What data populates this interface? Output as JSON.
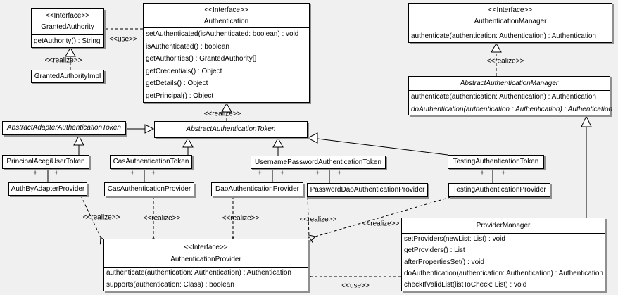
{
  "diagram": {
    "background": "#f0f0f0",
    "box_fill": "#ffffff",
    "border_color": "#000000",
    "shadow_color": "#8f8f8f"
  },
  "labels": {
    "use": "<<use>>",
    "realize": "<<realize>>",
    "plus": "+"
  },
  "classes": {
    "granted_authority": {
      "stereotype": "<<Interface>>",
      "name": "GrantedAuthority",
      "methods": [
        "getAuthority() : String"
      ]
    },
    "granted_authority_impl": {
      "name": "GrantedAuthorityImpl"
    },
    "authentication": {
      "stereotype": "<<Interface>>",
      "name": "Authentication",
      "methods": [
        "setAuthenticated(isAuthenticated: boolean) : void",
        "isAuthenticated() : boolean",
        "getAuthorities() : GrantedAuthority[]",
        "getCredentials() : Object",
        "getDetails() : Object",
        "getPrincipal() : Object"
      ]
    },
    "authentication_manager": {
      "stereotype": "<<Interface>>",
      "name": "AuthenticationManager",
      "methods": [
        "authenticate(authentication: Authentication) : Authentication"
      ]
    },
    "abstract_authentication_manager": {
      "name": "AbstractAuthenticationManager",
      "methods": [
        "authenticate(authentication: Authentication) : Authentication",
        "doAuthentication(authentication : Authentication) : Authentication"
      ]
    },
    "abstract_adapter_authentication_token": {
      "name": "AbstractAdapterAuthenticationToken"
    },
    "abstract_authentication_token": {
      "name": "AbstractAuthenticationToken"
    },
    "principal_acegi_user_token": {
      "name": "PrincipalAcegiUserToken"
    },
    "cas_authentication_token": {
      "name": "CasAuthenticationToken"
    },
    "username_password_authentication_token": {
      "name": "UsernamePasswordAuthenticationToken"
    },
    "testing_authentication_token": {
      "name": "TestingAuthenticationToken"
    },
    "auth_by_adapter_provider": {
      "name": "AuthByAdapterProvider"
    },
    "cas_authentication_provider": {
      "name": "CasAuthenticationProvider"
    },
    "dao_authentication_provider": {
      "name": "DaoAuthenticationProvider"
    },
    "password_dao_authentication_provider": {
      "name": "PasswordDaoAuthenticationProvider"
    },
    "testing_authentication_provider": {
      "name": "TestingAuthenticationProvider"
    },
    "authentication_provider": {
      "stereotype": "<<Interface>>",
      "name": "AuthenticationProvider",
      "methods": [
        "authenticate(authentication: Authentication) : Authentication",
        "supports(authentication: Class) : boolean"
      ]
    },
    "provider_manager": {
      "name": "ProviderManager",
      "methods": [
        "setProviders(newList: List) : void",
        "getProviders() : List",
        "afterPropertiesSet() : void",
        "doAuthentication(authentication: Authentication) : Authentication",
        "checkIfValidList(listToCheck: List) : void"
      ]
    }
  }
}
